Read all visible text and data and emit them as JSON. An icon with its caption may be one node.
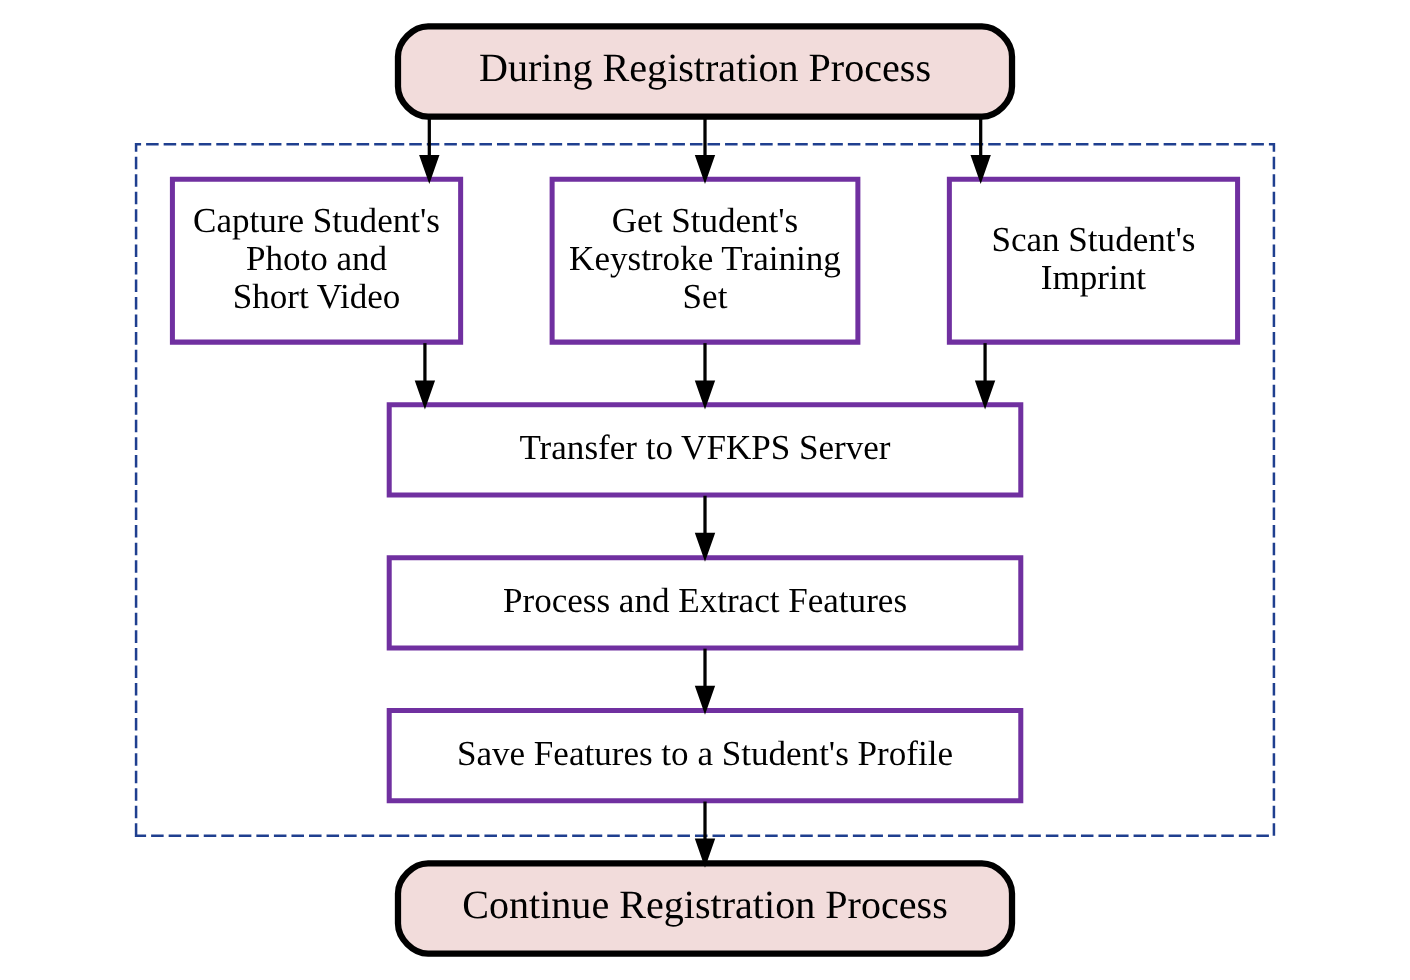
{
  "diagram": {
    "nodes": [
      {
        "text": [
          "During Registration Process"
        ]
      },
      {
        "text": [],
        "shape": "box"
      },
      {
        "text": [
          "Scan Student's Imprint"
        ],
        "in": 1
      },
      {
        "text": [
          "Get Student's Keystroke Training Set"
        ],
        "in": 1
      },
      {
        "text": [
          "Capture Student's Photo and Short Video"
        ],
        "in": 1
      },
      {
        "text": [
          "Transfer to VFKPS Server"
        ],
        "in": 1
      },
      {
        "text": [
          "Process and Extract Features"
        ],
        "in": 1
      },
      {
        "text": [
          "Save Features to a Student's Profile"
        ],
        "in": 1
      },
      {
        "text": [
          "Continue Registration Process"
        ]
      }
    ],
    "edges": [
      {
        "from": 0,
        "to": 2,
        "arrow": "to"
      },
      {
        "from": 0,
        "to": 3,
        "arrow": "to"
      },
      {
        "from": 0,
        "to": 4,
        "arrow": "to"
      },
      {
        "from": 2,
        "to": 5,
        "arrow": "to"
      },
      {
        "from": 3,
        "to": 5,
        "arrow": "to"
      },
      {
        "from": 4,
        "to": 5,
        "arrow": "to"
      },
      {
        "from": 5,
        "to": 6,
        "arrow": "to"
      },
      {
        "from": 6,
        "to": 7,
        "arrow": "to"
      },
      {
        "from": 7,
        "to": 8,
        "arrow": "to"
      }
    ]
  }
}
